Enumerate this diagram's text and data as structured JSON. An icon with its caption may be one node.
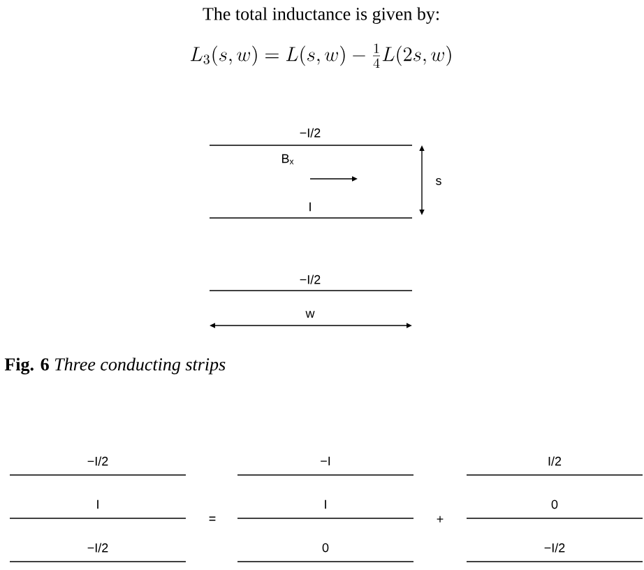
{
  "diagram": {
    "caption": "**Fig. 6** *Three conducting strips*",
    "labels": [
      "The total inductance is given by:",
      "L_3(s,w) = L(s,w) - \\frac{1}{4}L(2s,w)",
      "−I/2",
      "B$_{x}$",
      "s",
      "I",
      "−I/2",
      "w",
      "−I/2",
      "−I",
      "I/2",
      "I",
      "=",
      "I",
      "+",
      "0",
      "−I/2",
      "0",
      "−I/2"
    ]
  }
}
